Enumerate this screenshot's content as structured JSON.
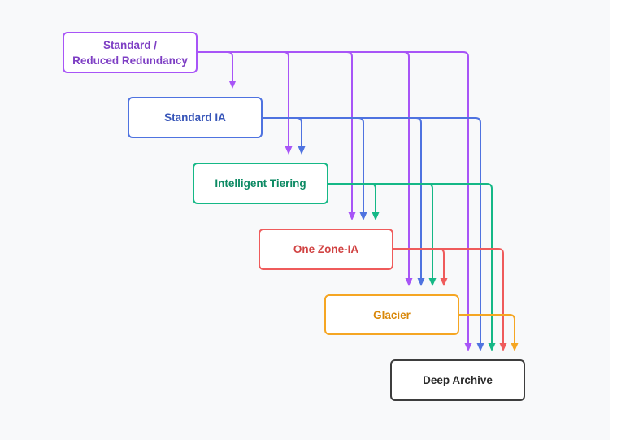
{
  "diagram": {
    "classes": [
      {
        "label": "Standard /\nReduced Redundancy",
        "color": "#a855f7",
        "text_color": "#7e3fc4"
      },
      {
        "label": "Standard IA",
        "color": "#4f73e0",
        "text_color": "#3755b8"
      },
      {
        "label": "Intelligent Tiering",
        "color": "#15b886",
        "text_color": "#0c8a63"
      },
      {
        "label": "One Zone-IA",
        "color": "#ef5b5b",
        "text_color": "#d14343"
      },
      {
        "label": "Glacier",
        "color": "#f5a623",
        "text_color": "#d98708"
      },
      {
        "label": "Deep Archive",
        "color": "#3d3d3d",
        "text_color": "#2b2b2b"
      }
    ],
    "transitions": [
      {
        "from": 0,
        "to": 1
      },
      {
        "from": 0,
        "to": 2
      },
      {
        "from": 0,
        "to": 3
      },
      {
        "from": 0,
        "to": 4
      },
      {
        "from": 0,
        "to": 5
      },
      {
        "from": 1,
        "to": 2
      },
      {
        "from": 1,
        "to": 3
      },
      {
        "from": 1,
        "to": 4
      },
      {
        "from": 1,
        "to": 5
      },
      {
        "from": 2,
        "to": 3
      },
      {
        "from": 2,
        "to": 4
      },
      {
        "from": 2,
        "to": 5
      },
      {
        "from": 3,
        "to": 4
      },
      {
        "from": 3,
        "to": 5
      },
      {
        "from": 4,
        "to": 5
      }
    ]
  }
}
